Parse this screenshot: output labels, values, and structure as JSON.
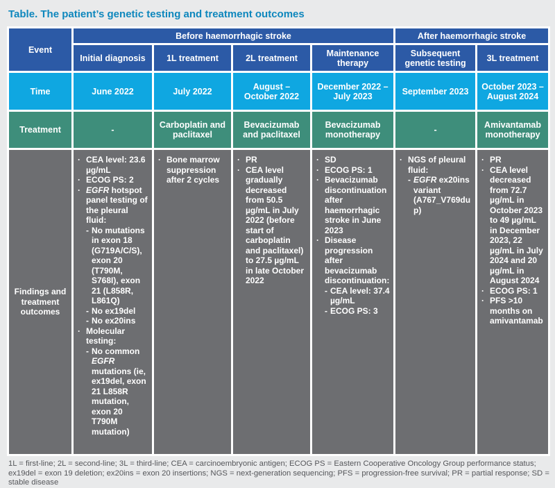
{
  "title": "Table. The patient’s genetic testing and treatment outcomes",
  "colors": {
    "page_bg": "#e9eaeb",
    "title_color": "#0e87bd",
    "header_blue": "#2c5aa6",
    "time_blue": "#0fa7e1",
    "treatment_teal": "#3e8e7b",
    "findings_grey": "#6d6e71",
    "footnote_color": "#55565a",
    "grid_white": "#ffffff"
  },
  "table": {
    "header": {
      "event_label": "Event",
      "group_before": "Before haemorrhagic stroke",
      "group_after": "After haemorrhagic stroke",
      "columns": [
        "Initial diagnosis",
        "1L treatment",
        "2L treatment",
        "Maintenance therapy",
        "Subsequent genetic testing",
        "3L treatment"
      ]
    },
    "time_row": {
      "label": "Time",
      "values": [
        "June 2022",
        "July 2022",
        "August – October 2022",
        "December 2022 – July 2023",
        "September 2023",
        "October 2023 – August 2024"
      ]
    },
    "treatment_row": {
      "label": "Treatment",
      "values": [
        "-",
        "Carboplatin and paclitaxel",
        "Bevacizumab and paclitaxel",
        "Bevacizumab monotherapy",
        "-",
        "Amivantamab monotherapy"
      ]
    },
    "findings_row": {
      "label": "Findings and treatment outcomes",
      "cells": [
        [
          {
            "b": "CEA level: 23.6 µg/mL"
          },
          {
            "b": "ECOG PS: 2"
          },
          {
            "b": "*EGFR* hotspot panel testing of the pleural fluid:",
            "sub": [
              "No mutations in exon 18 (G719A/C/S), exon 20 (T790M, S768I), exon 21 (L858R, L861Q)",
              "No ex19del",
              "No ex20ins"
            ]
          },
          {
            "b": "Molecular testing:",
            "sub": [
              "No common *EGFR* mutations (ie, ex19del, exon 21 L858R mutation, exon 20 T790M mutation)"
            ]
          }
        ],
        [
          {
            "b": "Bone marrow suppression after 2 cycles"
          }
        ],
        [
          {
            "b": "PR"
          },
          {
            "b": "CEA level gradually decreased from 50.5 µg/mL in July 2022 (before start of carboplatin and paclitaxel) to 27.5 µg/mL in late October 2022"
          }
        ],
        [
          {
            "b": "SD"
          },
          {
            "b": "ECOG PS: 1"
          },
          {
            "b": "Bevacizumab discontinuation after haemorrhagic stroke in June 2023"
          },
          {
            "b": "Disease progression after bevacizumab discontinuation:",
            "sub": [
              "CEA level: 37.4 µg/mL",
              "ECOG PS: 3"
            ]
          }
        ],
        [
          {
            "b": "NGS of pleural fluid:",
            "sub": [
              "*EGFR* ex20ins variant (A767_V769dup)"
            ]
          }
        ],
        [
          {
            "b": "PR"
          },
          {
            "b": "CEA level decreased from 72.7 µg/mL in October 2023 to 49 µg/mL in December 2023, 22 µg/mL in July 2024 and 20 µg/mL in August 2024"
          },
          {
            "b": "ECOG PS: 1"
          },
          {
            "b": "PFS >10 months on amivantamab"
          }
        ]
      ]
    }
  },
  "footnote": "1L = first-line; 2L = second-line; 3L = third-line; CEA = carcinoembryonic antigen; ECOG PS = Eastern Cooperative Oncology Group performance status; ex19del = exon 19 deletion; ex20ins = exon 20 insertions; NGS = next-generation sequencing; PFS = progression-free survival; PR = partial response; SD = stable disease"
}
